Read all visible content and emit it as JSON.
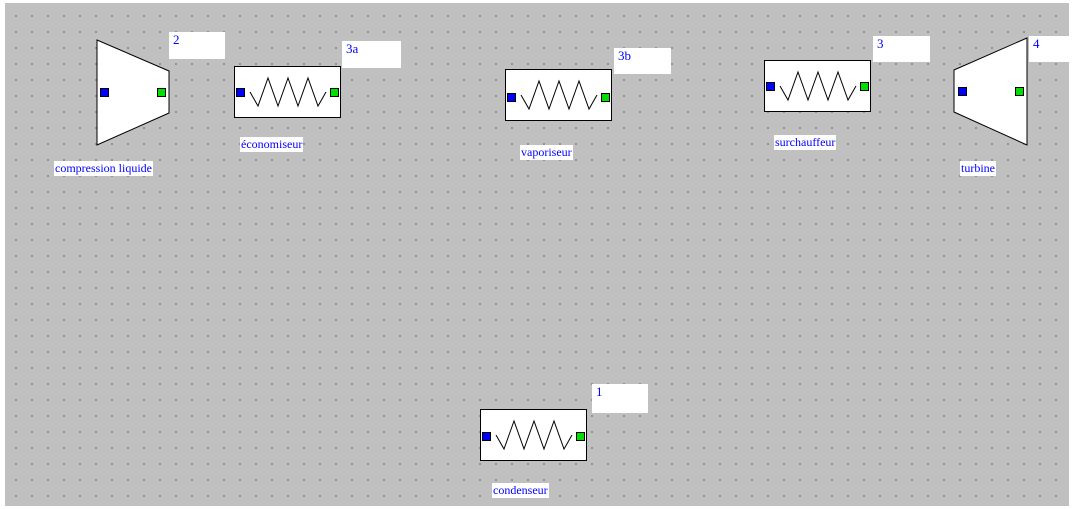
{
  "colors": {
    "background": "#c0c0c0",
    "grid_dot": "#8c8c8c",
    "inlet_port": "#0000ff",
    "outlet_port": "#00e000",
    "text": "#0000ff"
  },
  "components": [
    {
      "id": "compression",
      "type": "compressor-icon",
      "label": "compression liquide",
      "state": "2"
    },
    {
      "id": "economiseur",
      "type": "heat-exchanger-icon",
      "label": "économiseur",
      "state": "3a"
    },
    {
      "id": "vaporiseur",
      "type": "heat-exchanger-icon",
      "label": "vaporiseur",
      "state": "3b"
    },
    {
      "id": "surchauffeur",
      "type": "heat-exchanger-icon",
      "label": "surchauffeur",
      "state": "3"
    },
    {
      "id": "turbine",
      "type": "turbine-icon",
      "label": "turbine",
      "state": "4"
    },
    {
      "id": "condenseur",
      "type": "heat-exchanger-icon",
      "label": "condenseur",
      "state": "1"
    }
  ]
}
